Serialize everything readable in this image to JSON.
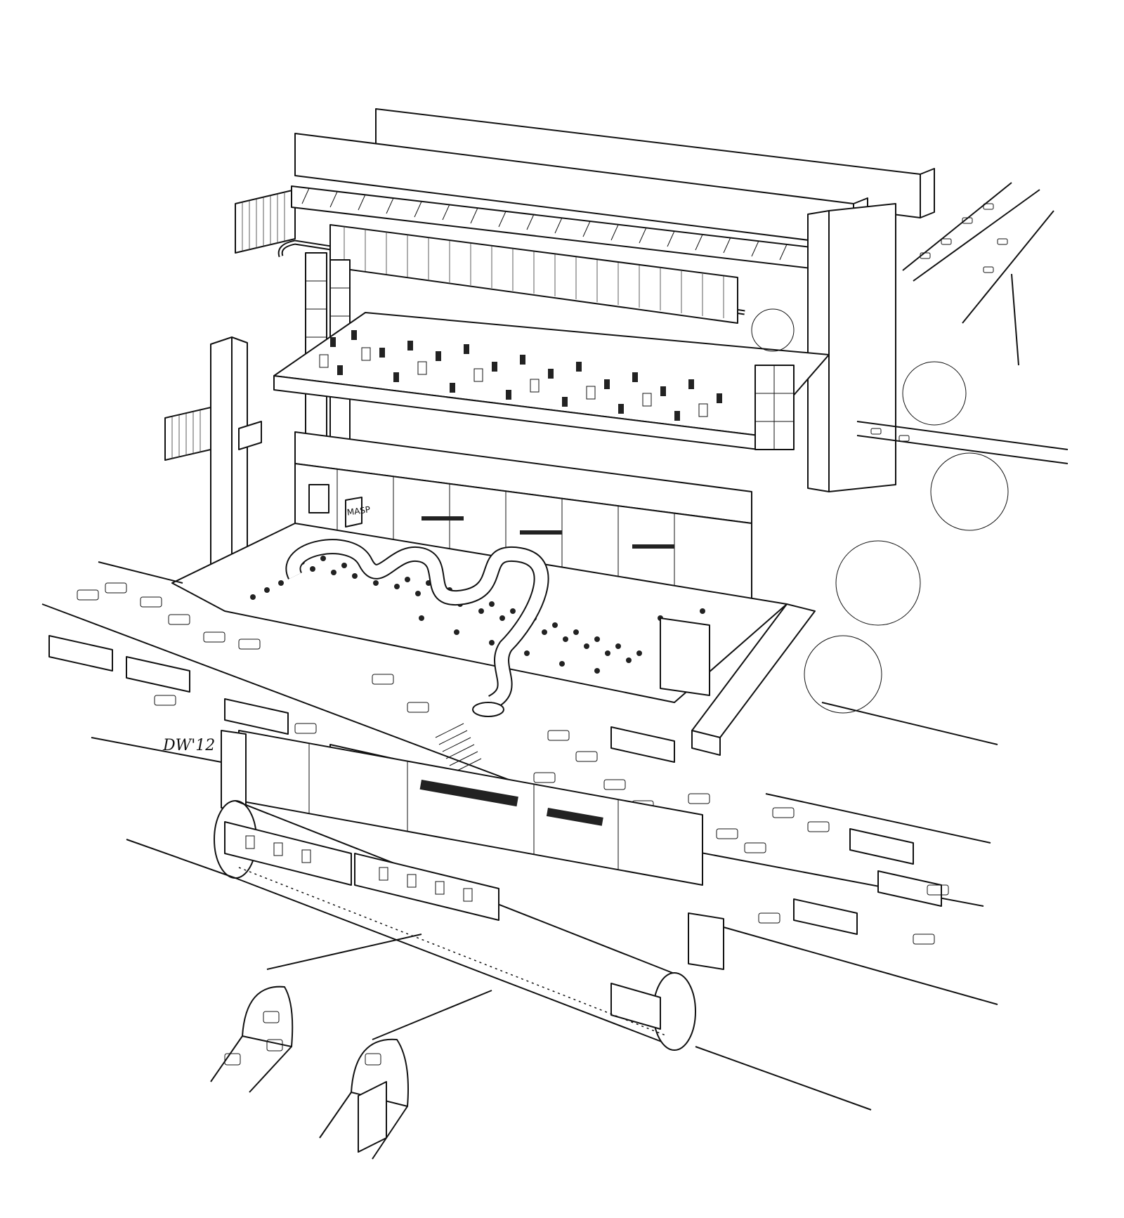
{
  "illustration": {
    "style": "black-and-white ink line drawing, isometric cutaway",
    "subject": "Elevated museum building over a crowded plaza with road traffic, a metro tunnel and road underpasses",
    "colors": {
      "ink": "#111111",
      "paper": "#ffffff"
    },
    "sign_label": "MASP",
    "signature": "DW'12",
    "elements": [
      "twin long roof beams",
      "ribbed roof slab with suspended duct",
      "upper gallery floor with paintings on easels and visitors",
      "middle floor with offices, library and meeting tables",
      "tall concrete pillars",
      "plaza crowd with coiling serpent sculpture",
      "multi-lane avenue with buses and cars",
      "pedestrian crosswalk",
      "metro station with seating area",
      "metro train in tunnel",
      "two road underpass tunnels with cars and a bus",
      "elevated highway with traffic at upper right",
      "trees at right"
    ]
  }
}
